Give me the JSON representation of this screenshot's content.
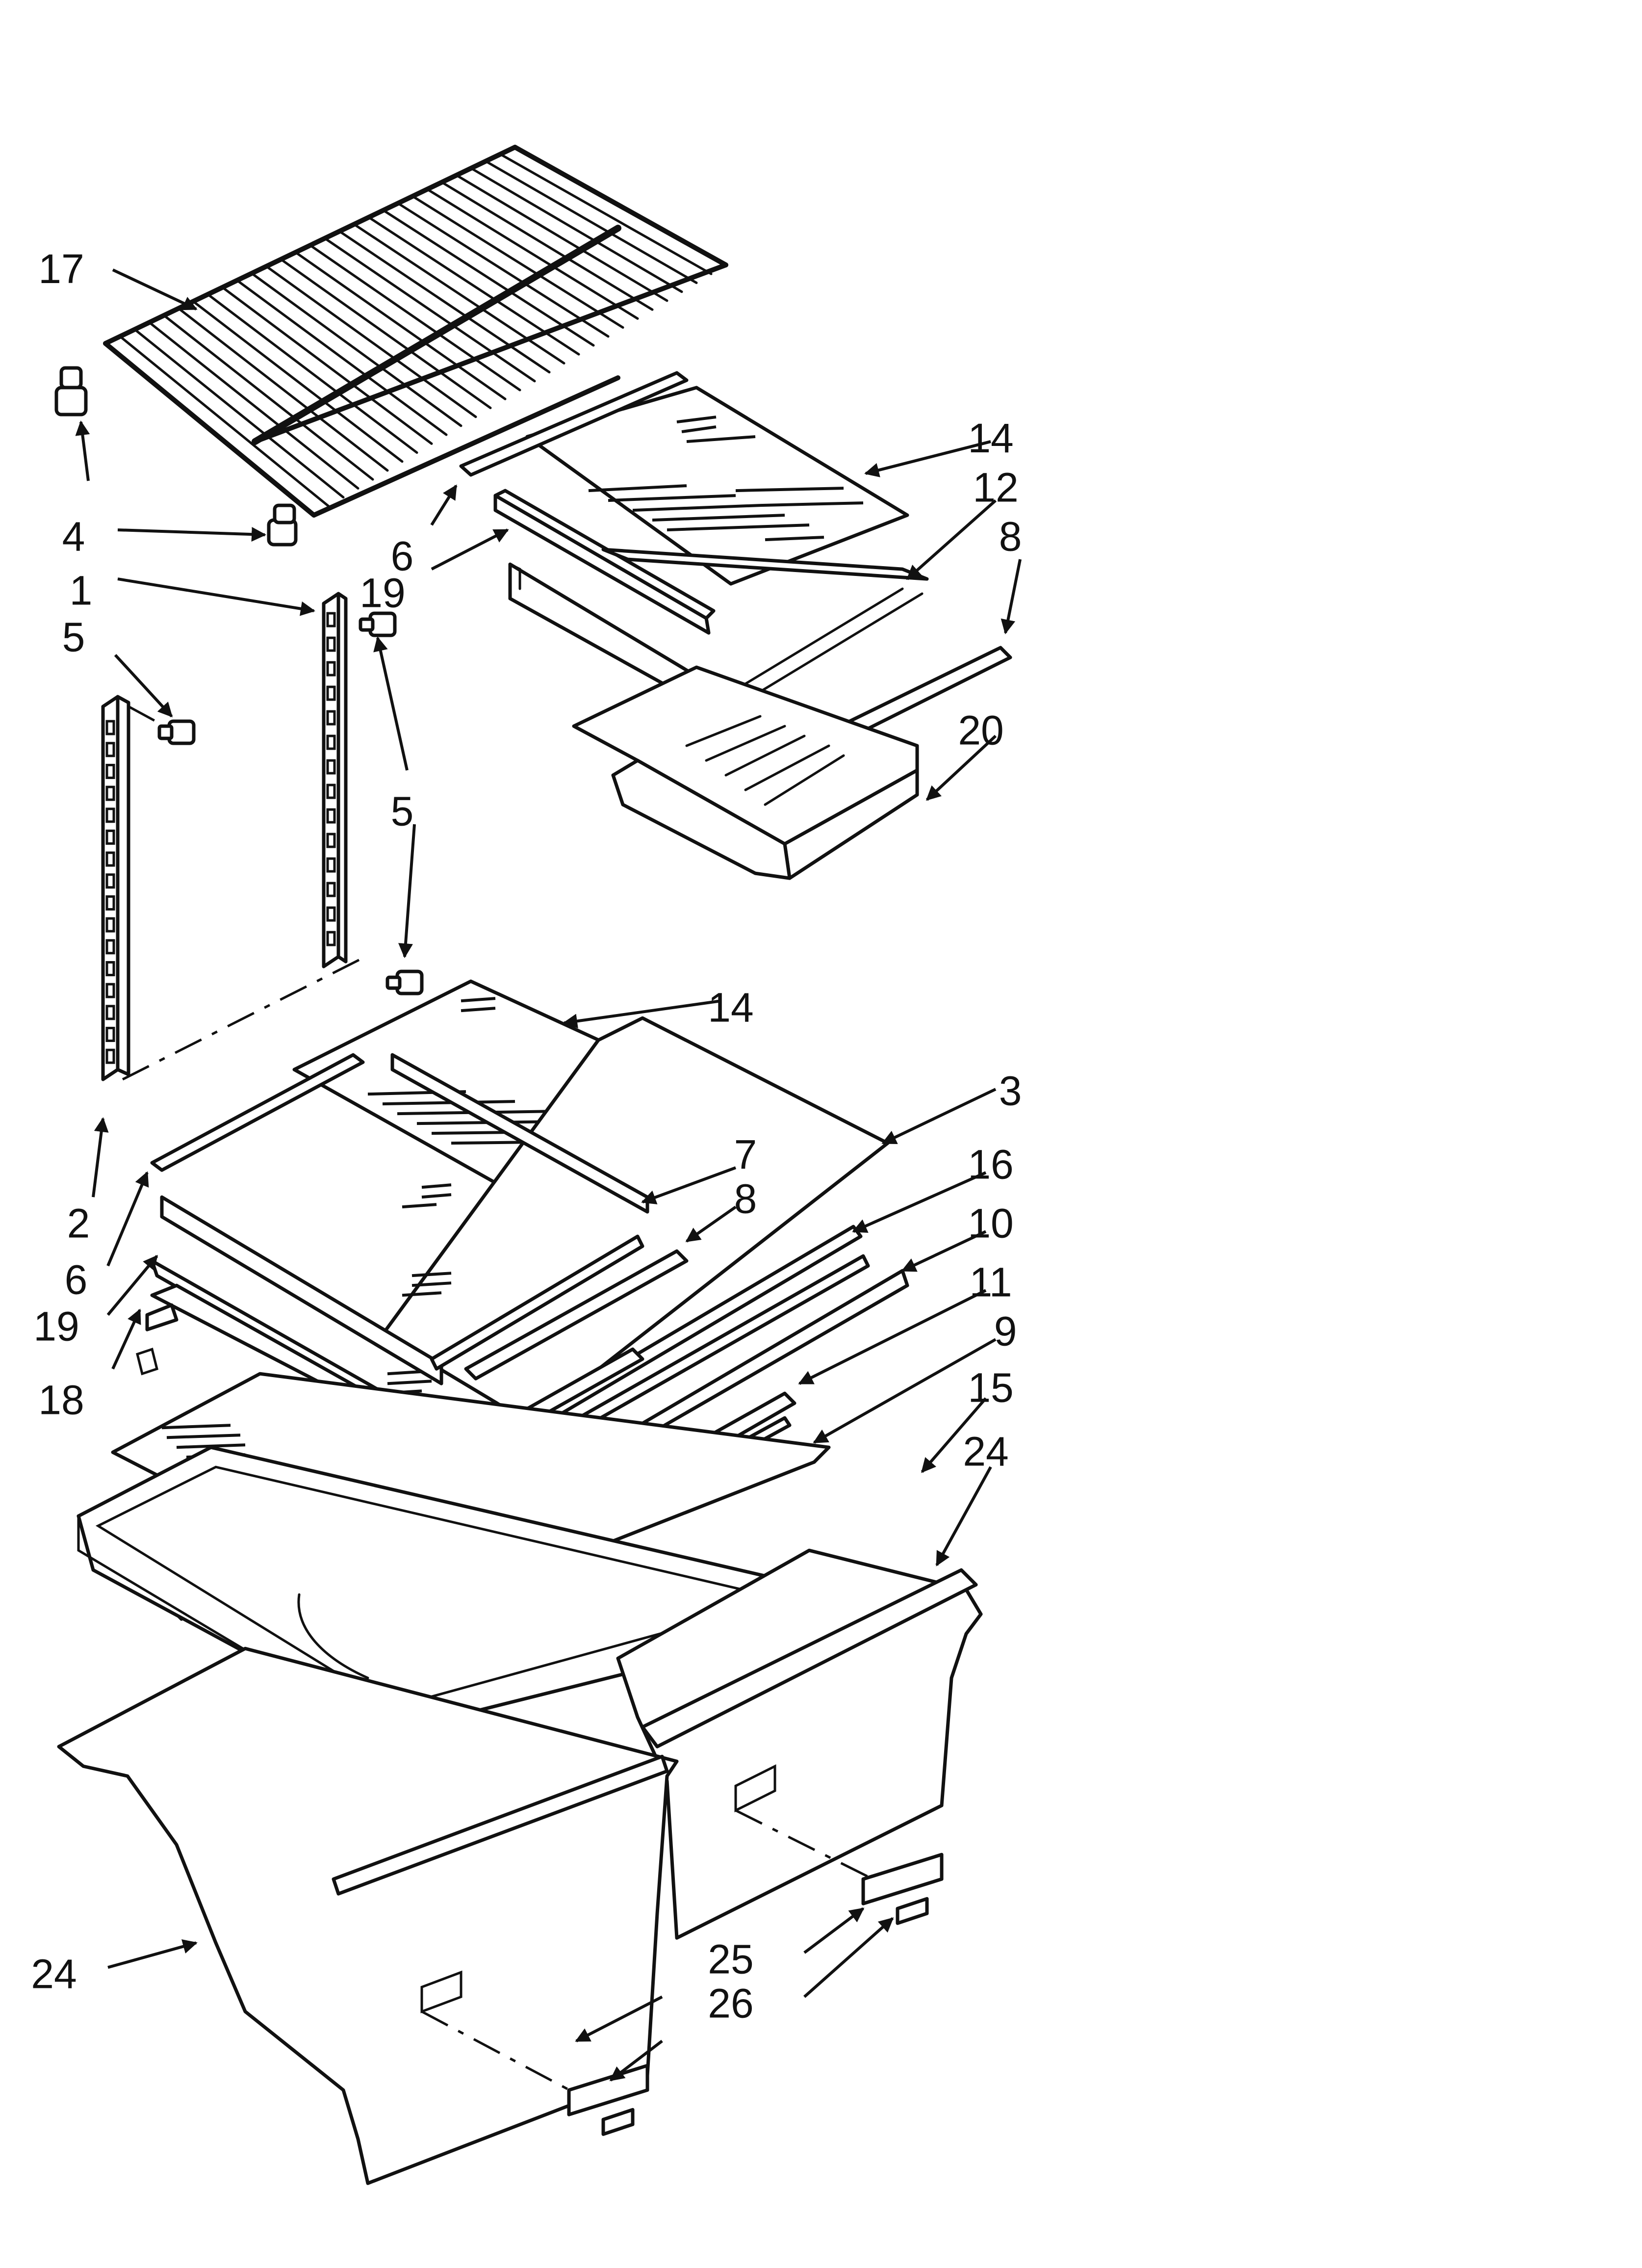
{
  "diagram": {
    "callouts": [
      {
        "id": "c17",
        "label": "17"
      },
      {
        "id": "c4",
        "label": "4"
      },
      {
        "id": "c1",
        "label": "1"
      },
      {
        "id": "c5a",
        "label": "5"
      },
      {
        "id": "c5b",
        "label": "5"
      },
      {
        "id": "c6a",
        "label": "6"
      },
      {
        "id": "c19a",
        "label": "19"
      },
      {
        "id": "c14a",
        "label": "14"
      },
      {
        "id": "c12",
        "label": "12"
      },
      {
        "id": "c8a",
        "label": "8"
      },
      {
        "id": "c20",
        "label": "20"
      },
      {
        "id": "c14b",
        "label": "14"
      },
      {
        "id": "c3",
        "label": "3"
      },
      {
        "id": "c7",
        "label": "7"
      },
      {
        "id": "c8b",
        "label": "8"
      },
      {
        "id": "c16",
        "label": "16"
      },
      {
        "id": "c10",
        "label": "10"
      },
      {
        "id": "c11",
        "label": "11"
      },
      {
        "id": "c9",
        "label": "9"
      },
      {
        "id": "c15",
        "label": "15"
      },
      {
        "id": "c24a",
        "label": "24"
      },
      {
        "id": "c2",
        "label": "2"
      },
      {
        "id": "c6b",
        "label": "6"
      },
      {
        "id": "c19b",
        "label": "19"
      },
      {
        "id": "c18",
        "label": "18"
      },
      {
        "id": "c24b",
        "label": "24"
      },
      {
        "id": "c25",
        "label": "25"
      },
      {
        "id": "c26",
        "label": "26"
      }
    ]
  }
}
